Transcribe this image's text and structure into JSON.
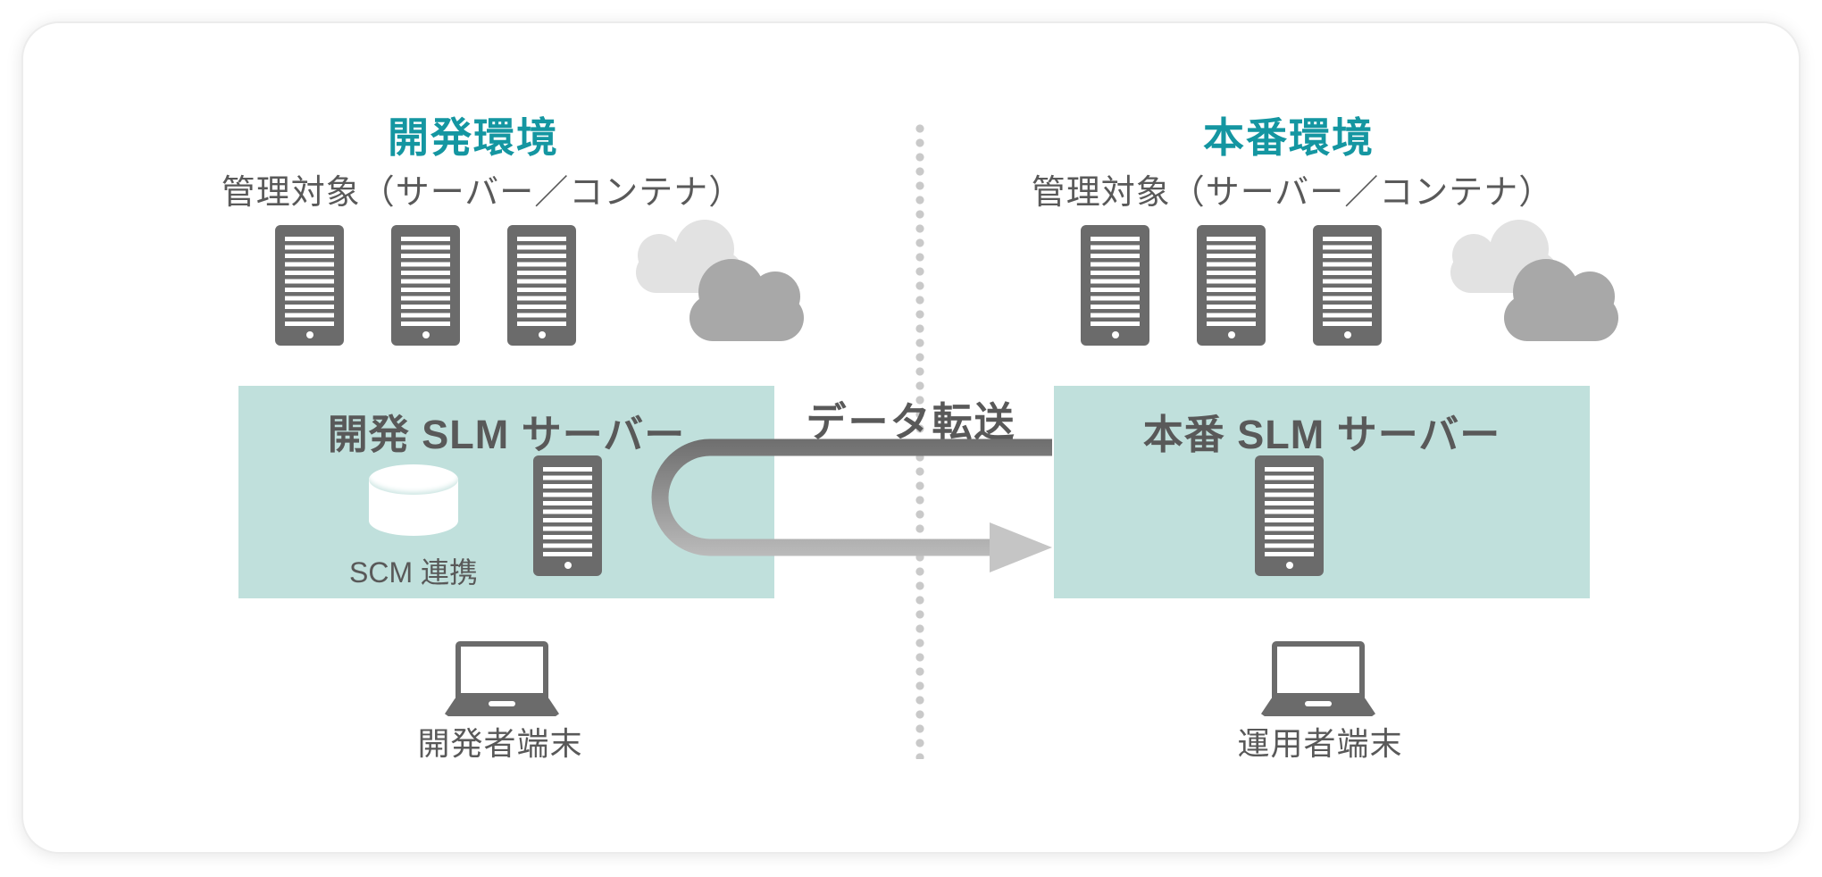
{
  "left_env": {
    "title": "開発環境",
    "managed_label": "管理対象（サーバー／コンテナ）",
    "server_count": 3,
    "slm_box_title": "開発 SLM サーバー",
    "scm_label": "SCM 連携",
    "terminal_label": "開発者端末"
  },
  "right_env": {
    "title": "本番環境",
    "managed_label": "管理対象（サーバー／コンテナ）",
    "server_count": 3,
    "slm_box_title": "本番 SLM サーバー",
    "terminal_label": "運用者端末"
  },
  "transfer": {
    "label": "データ転送"
  },
  "colors": {
    "env_title_teal": "#1496a1",
    "slm_box_bg": "#c0e0dc",
    "body_text": "#595959",
    "icon_dark_gray": "#6b6b6b",
    "cloud_back": "#e2e2e2",
    "cloud_front": "#a8a8a8",
    "divider_dots": "#c9c9c9",
    "arrow_gradient_start": "#6d6d6d",
    "arrow_gradient_end": "#c6c6c6"
  }
}
